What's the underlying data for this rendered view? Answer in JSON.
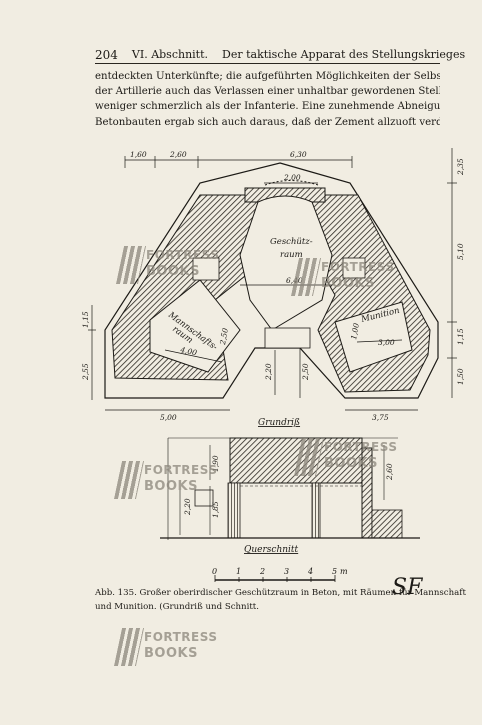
{
  "header": {
    "page_number": "204",
    "chapter": "VI. Abschnitt.",
    "title": "Der taktische Apparat des Stellungskrieges"
  },
  "body_lines": [
    "entdeckten Unterkünfte; die aufgeführten Möglichkeiten der Selbsthilfe machten",
    "der Artillerie auch das Verlassen einer unhaltbar gewordenen Stellung",
    "weniger schmerzlich als der Infanterie. Eine zunehmende Abneigung gegen",
    "Betonbauten ergab sich auch daraus, daß der Zement allzuoft verdorben"
  ],
  "plan": {
    "dims_top": [
      "1,60",
      "2,60",
      "6,30"
    ],
    "dim_inner": "2,00",
    "dim_right_top": "2,35",
    "dim_right_mid": "5,10",
    "dim_right_a": "1,15",
    "dim_right_b": "1,50",
    "dim_left_a": "1,15",
    "dim_left_b": "2,55",
    "dim_bottom_left": "5,00",
    "dim_bottom_right": "3,75",
    "room_gun": "Geschütz-\nraum",
    "dim_gun_width": "6,40",
    "room_crew": "Mannschafts-\nraum",
    "dim_crew_w": "4,00",
    "dim_crew_h": "2,50",
    "room_ammo": "Munition",
    "dim_ammo_w": "3,00",
    "dim_ammo_h": "1,00",
    "dim_center_a": "2,20",
    "dim_center_b": "2,50",
    "label": "Grundriß"
  },
  "section": {
    "dim_a": "1,90",
    "dim_b": "1,85",
    "dim_c": "2,20",
    "dim_d": "2,60",
    "label": "Querschnitt"
  },
  "scale": {
    "ticks": [
      "0",
      "1",
      "2",
      "3",
      "4",
      "5"
    ],
    "unit": "m"
  },
  "monogram": "SF",
  "caption_lines": [
    "Abb. 135.  Großer oberirdischer Geschützraum in Beton, mit Räumen für Mannschaft",
    "und Munition.  (Grundriß und Schnitt."
  ],
  "watermark": {
    "line1": "FORTRESS",
    "line2": "BOOKS"
  }
}
